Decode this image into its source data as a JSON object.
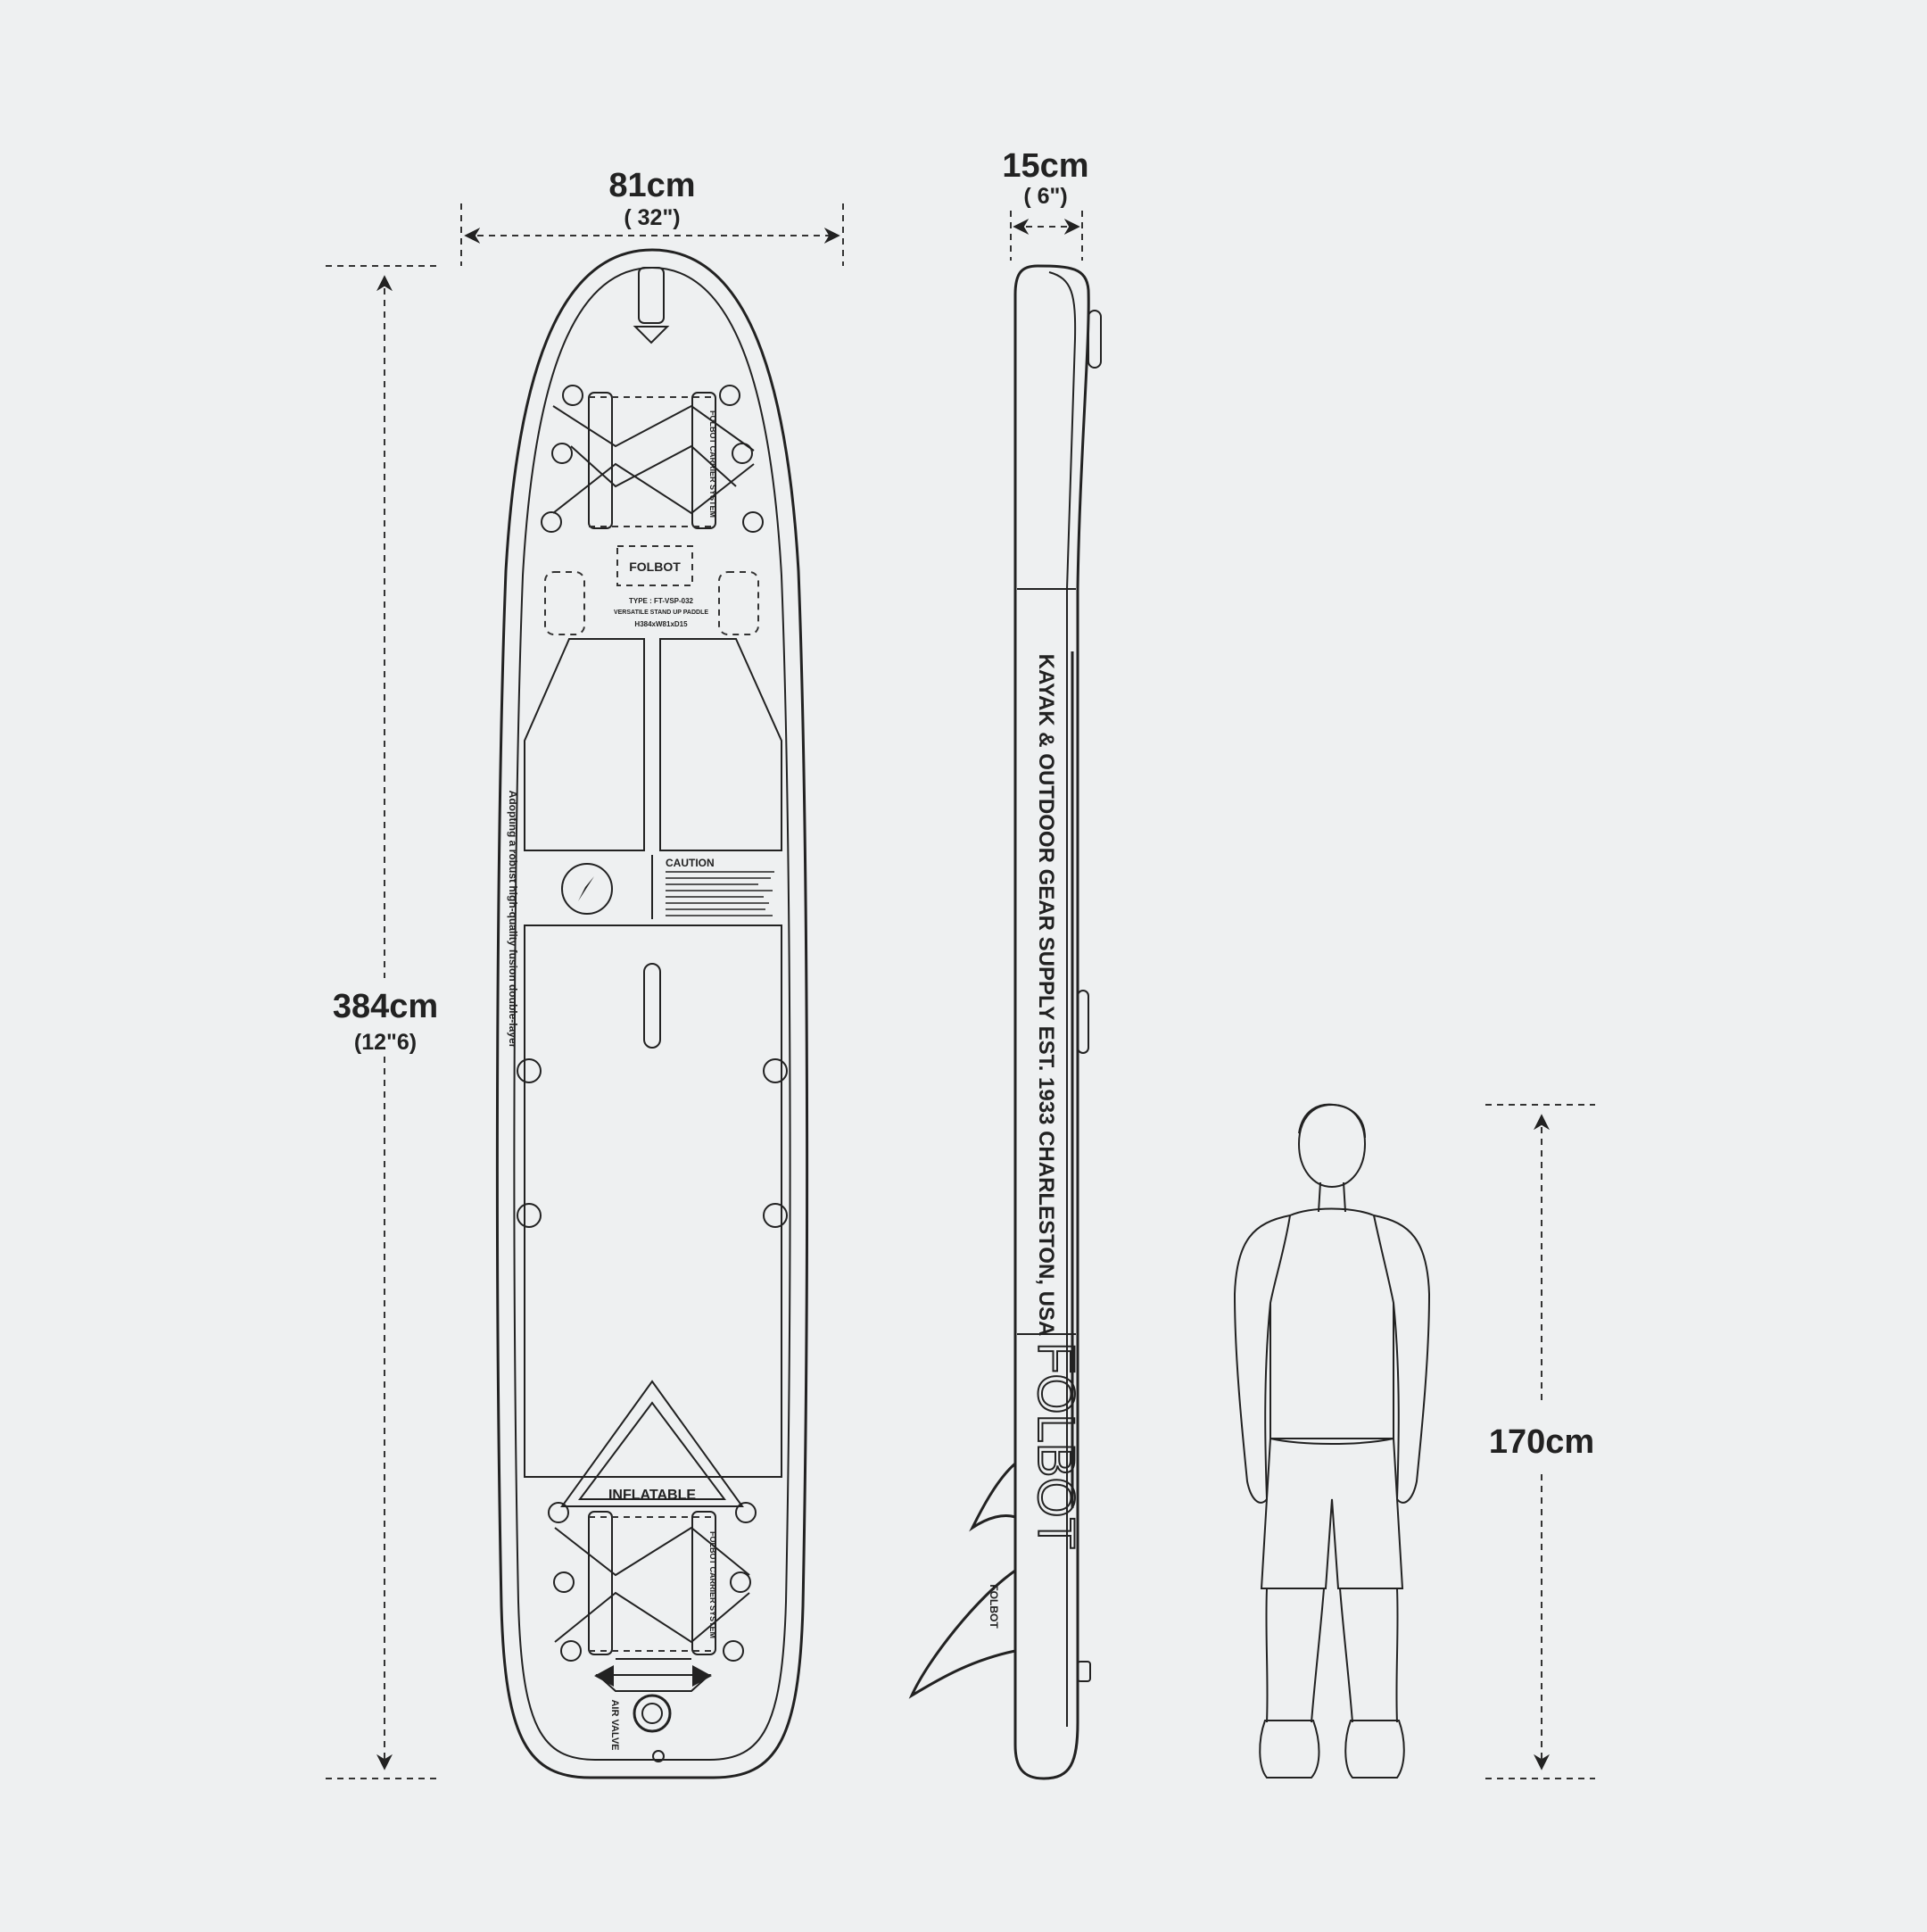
{
  "dimensions": {
    "width": {
      "value": "81cm",
      "imperial": "( 32\")"
    },
    "thickness": {
      "value": "15cm",
      "imperial": "( 6\")"
    },
    "length": {
      "value": "384cm",
      "imperial": "(12\"6)"
    },
    "person_height": {
      "value": "170cm"
    }
  },
  "board_top": {
    "brand_plate": "FOLBOT",
    "type_line": "TYPE : FT-VSP-032",
    "model_line": "VERSATILE STAND UP PADDLE",
    "size_line": "H384xW81xD15",
    "carrier_label_front": "FOLBOT CARRIER SYSTEM",
    "carrier_label_rear": "FOLBOT CARRIER SYSTEM",
    "caution_title": "CAUTION",
    "side_slogan": "Adopting a robust high-quality fusion double-layer",
    "inflatable_label": "INFLATABLE",
    "air_valve_label": "AIR VALVE"
  },
  "board_side": {
    "rail_text": "KAYAK & OUTDOOR GEAR SUPPLY  EST. 1933  CHARLESTON, USA",
    "logo_text": "FOLBOT",
    "fin_text": "FOLBOT"
  },
  "colors": {
    "background": "#eef0f1",
    "line": "#222222"
  }
}
